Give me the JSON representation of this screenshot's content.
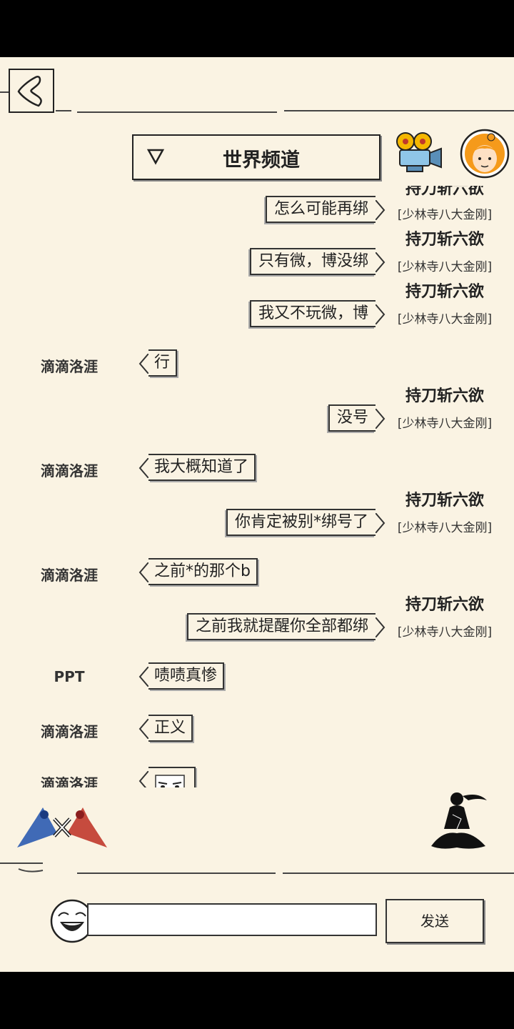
{
  "header": {
    "channel_title": "世界频道"
  },
  "messages": [
    {
      "side": "right",
      "text": "怎么可能再绑",
      "user": "持刀斩六欲",
      "guild": "[少林寺八大金刚]"
    },
    {
      "side": "right",
      "text": "只有微，博没绑",
      "user": "持刀斩六欲",
      "guild": "[少林寺八大金刚]"
    },
    {
      "side": "right",
      "text": "我又不玩微，博",
      "user": "持刀斩六欲",
      "guild": "[少林寺八大金刚]"
    },
    {
      "side": "left",
      "text": "行",
      "user": "滴滴洛涯"
    },
    {
      "side": "right",
      "text": "没号",
      "user": "持刀斩六欲",
      "guild": "[少林寺八大金刚]"
    },
    {
      "side": "left",
      "text": "我大概知道了",
      "user": "滴滴洛涯"
    },
    {
      "side": "right",
      "text": "你肯定被别*绑号了",
      "user": "持刀斩六欲",
      "guild": "[少林寺八大金刚]"
    },
    {
      "side": "left",
      "text": "之前*的那个b",
      "user": "滴滴洛涯"
    },
    {
      "side": "right",
      "text": "之前我就提醒你全部都绑",
      "user": "持刀斩六欲",
      "guild": "[少林寺八大金刚]"
    },
    {
      "side": "left",
      "text": "啧啧真惨",
      "user": "PPT"
    },
    {
      "side": "left",
      "text": "正义",
      "user": "滴滴洛涯"
    },
    {
      "side": "left",
      "text": "",
      "user": "滴滴洛涯",
      "sticker": "face-sticker"
    }
  ],
  "composer": {
    "input_value": "",
    "send_label": "发送"
  },
  "icons": {
    "back": "back-arrow-icon",
    "channel_dropdown": "triangle-down-icon",
    "camera": "movie-camera-icon",
    "avatar": "girl-avatar-icon",
    "emoji": "laughing-face-icon",
    "left_emblem": "pvp-fighters-icon",
    "right_emblem": "meditation-icon"
  }
}
